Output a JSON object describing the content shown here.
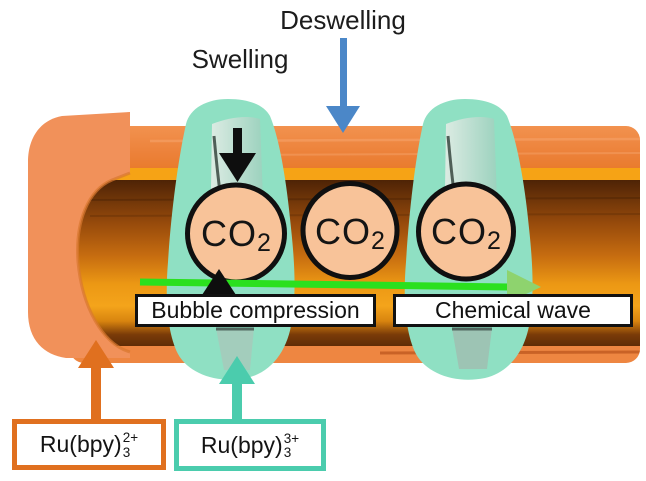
{
  "figure": {
    "description_labels": {
      "deswelling": "Deswelling",
      "swelling": "Swelling",
      "bubble_compression": "Bubble compression",
      "chemical_wave": "Chemical wave"
    },
    "bubbles": [
      {
        "base": "CO",
        "sub": "2"
      },
      {
        "base": "CO",
        "sub": "2"
      },
      {
        "base": "CO",
        "sub": "2"
      }
    ],
    "formulas": [
      {
        "base": "Ru(bpy)",
        "sup": "2+",
        "sub": "3"
      },
      {
        "base": "Ru(bpy)",
        "sup": "3+",
        "sub": "3"
      }
    ],
    "colors": {
      "tube_body_orange": "#F1915A",
      "tube_top_band": "#EC8039",
      "tube_interior_dark": "#552706",
      "tube_interior_bright": "#F2A51B",
      "ring_teal": "#8FE0C3",
      "bubble_fill": "#F8C399",
      "bubble_stroke": "#101010",
      "green_arrow_shaft": "#2BE01E",
      "green_arrow_head": "#8ED36E",
      "blue_arrow": "#4B87C8",
      "black_arrow": "#0E0E0E",
      "orange_accent": "#E0701F",
      "teal_accent": "#4BCCAD"
    }
  }
}
